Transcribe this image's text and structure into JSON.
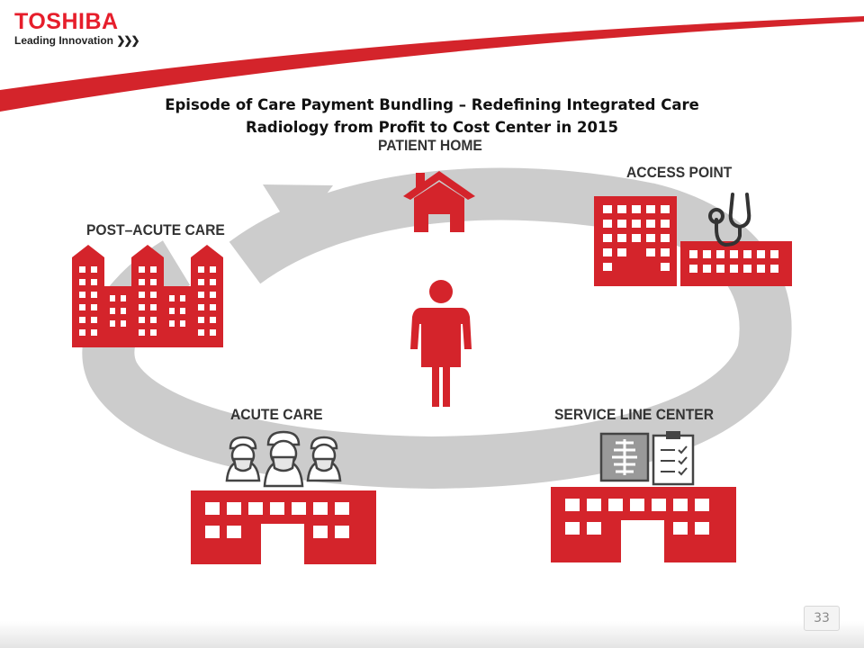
{
  "brand": {
    "name": "TOSHIBA",
    "tagline": "Leading Innovation",
    "accent": "#e61e2b"
  },
  "slide": {
    "title_line1": "Episode of Care Payment Bundling – Redefining Integrated Care",
    "title_line2": "Radiology from Profit to Cost Center in 2015",
    "page_number": "33"
  },
  "nodes": {
    "patient_home": "PATIENT HOME",
    "access_point": "ACCESS POINT",
    "post_acute_care": "POST–ACUTE CARE",
    "acute_care": "ACUTE CARE",
    "service_line_center": "SERVICE LINE CENTER"
  },
  "icons": [
    "house-icon",
    "hospital-icon",
    "stethoscope-icon",
    "tall-buildings-icon",
    "patient-icon",
    "surgeon-icon",
    "medical-chart-icon",
    "clipboard-icon"
  ],
  "colors": {
    "red": "#d4242b",
    "cycle_gray": "#cccccc",
    "label": "#333333"
  }
}
